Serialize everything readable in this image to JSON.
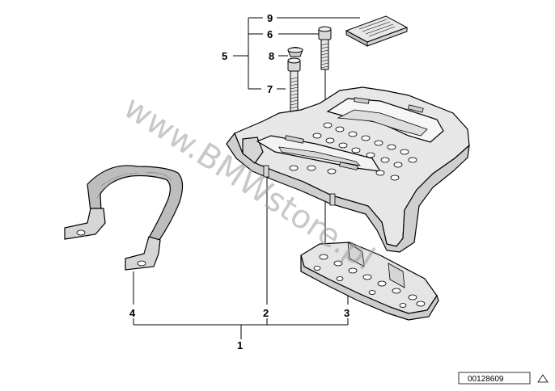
{
  "callouts": {
    "c1": "1",
    "c2": "2",
    "c3": "3",
    "c4": "4",
    "c5": "5",
    "c6": "6",
    "c7": "7",
    "c8": "8",
    "c9": "9"
  },
  "watermark": "www.BMWstore.pl",
  "diagram_number": "00128609"
}
